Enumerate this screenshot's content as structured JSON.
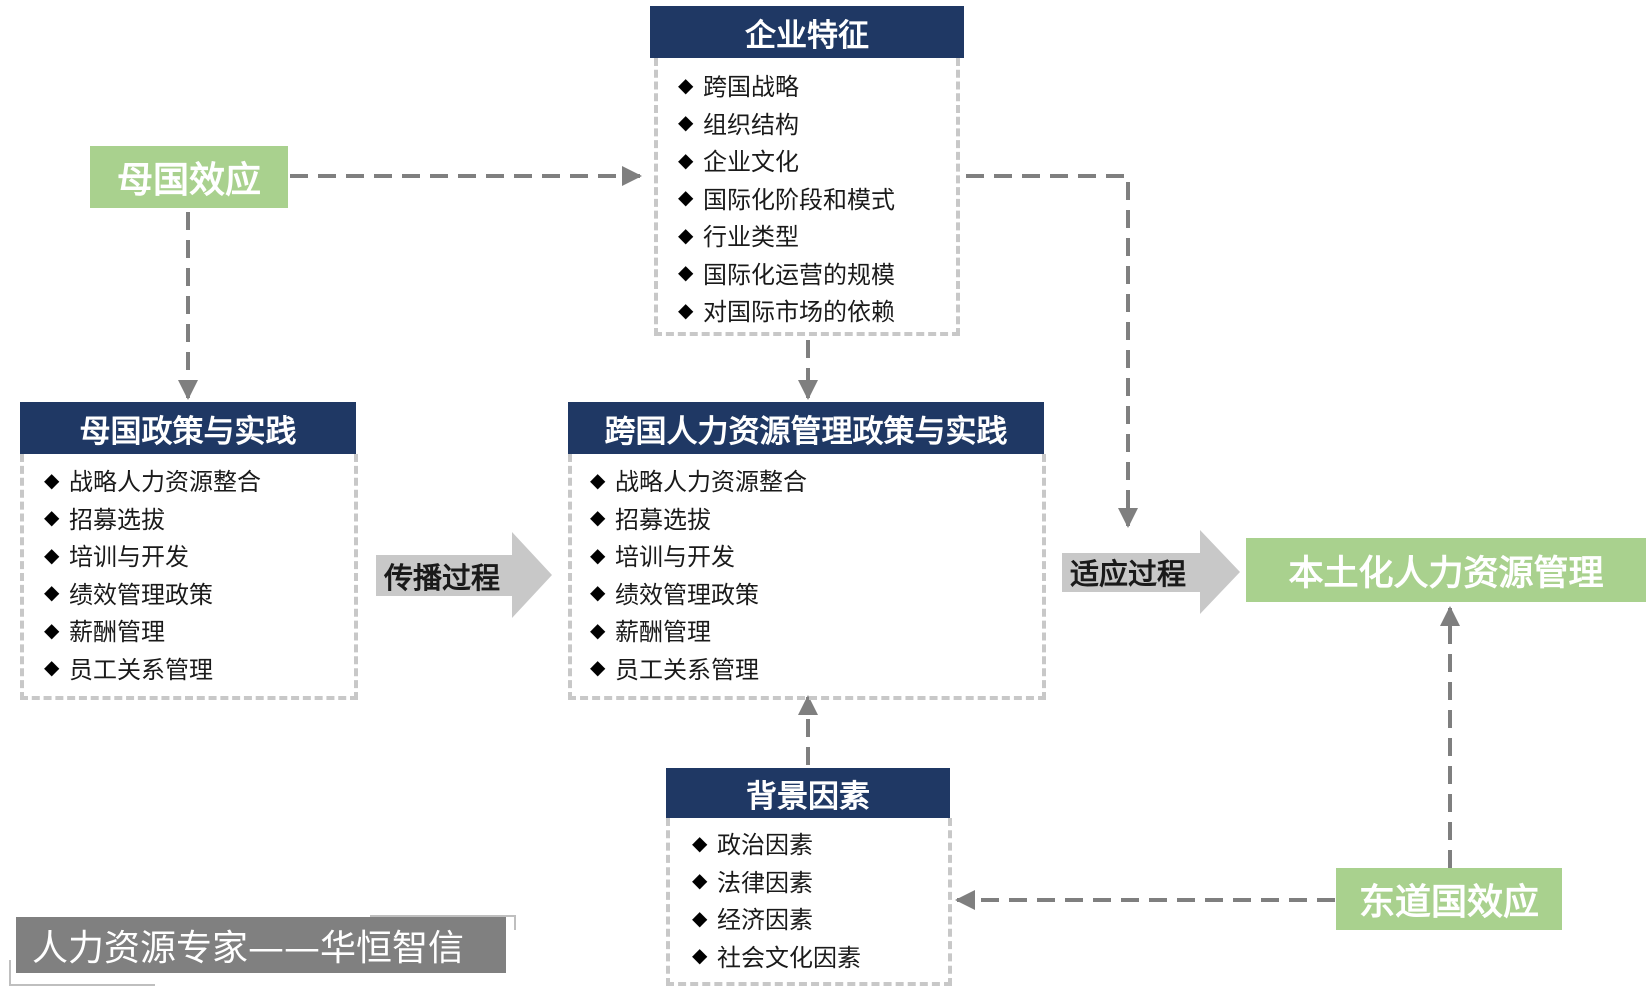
{
  "enterprise": {
    "title": "企业特征",
    "items": [
      "跨国战略",
      "组织结构",
      "企业文化",
      "国际化阶段和模式",
      "行业类型",
      "国际化运营的规模",
      "对国际市场的依赖"
    ]
  },
  "home_effect": {
    "label": "母国效应"
  },
  "home_policy": {
    "title": "母国政策与实践",
    "items": [
      "战略人力资源整合",
      "招募选拔",
      "培训与开发",
      "绩效管理政策",
      "薪酬管理",
      "员工关系管理"
    ]
  },
  "mnc_policy": {
    "title": "跨国人力资源管理政策与实践",
    "items": [
      "战略人力资源整合",
      "招募选拔",
      "培训与开发",
      "绩效管理政策",
      "薪酬管理",
      "员工关系管理"
    ]
  },
  "diffusion": {
    "label": "传播过程"
  },
  "adaptation": {
    "label": "适应过程"
  },
  "localized": {
    "label": "本土化人力资源管理"
  },
  "background": {
    "title": "背景因素",
    "items": [
      "政治因素",
      "法律因素",
      "经济因素",
      "社会文化因素"
    ]
  },
  "host_effect": {
    "label": "东道国效应"
  },
  "footer": {
    "text": "人力资源专家——华恒智信"
  },
  "bullet_symbol": "◆",
  "colors": {
    "header_navy": "#1f3864",
    "green": "#a9d18e",
    "dashed_border": "#c8c8c8",
    "connector": "#7f7f7f",
    "process_arrow": "#c8c8c8",
    "footer_gray": "#808080"
  }
}
